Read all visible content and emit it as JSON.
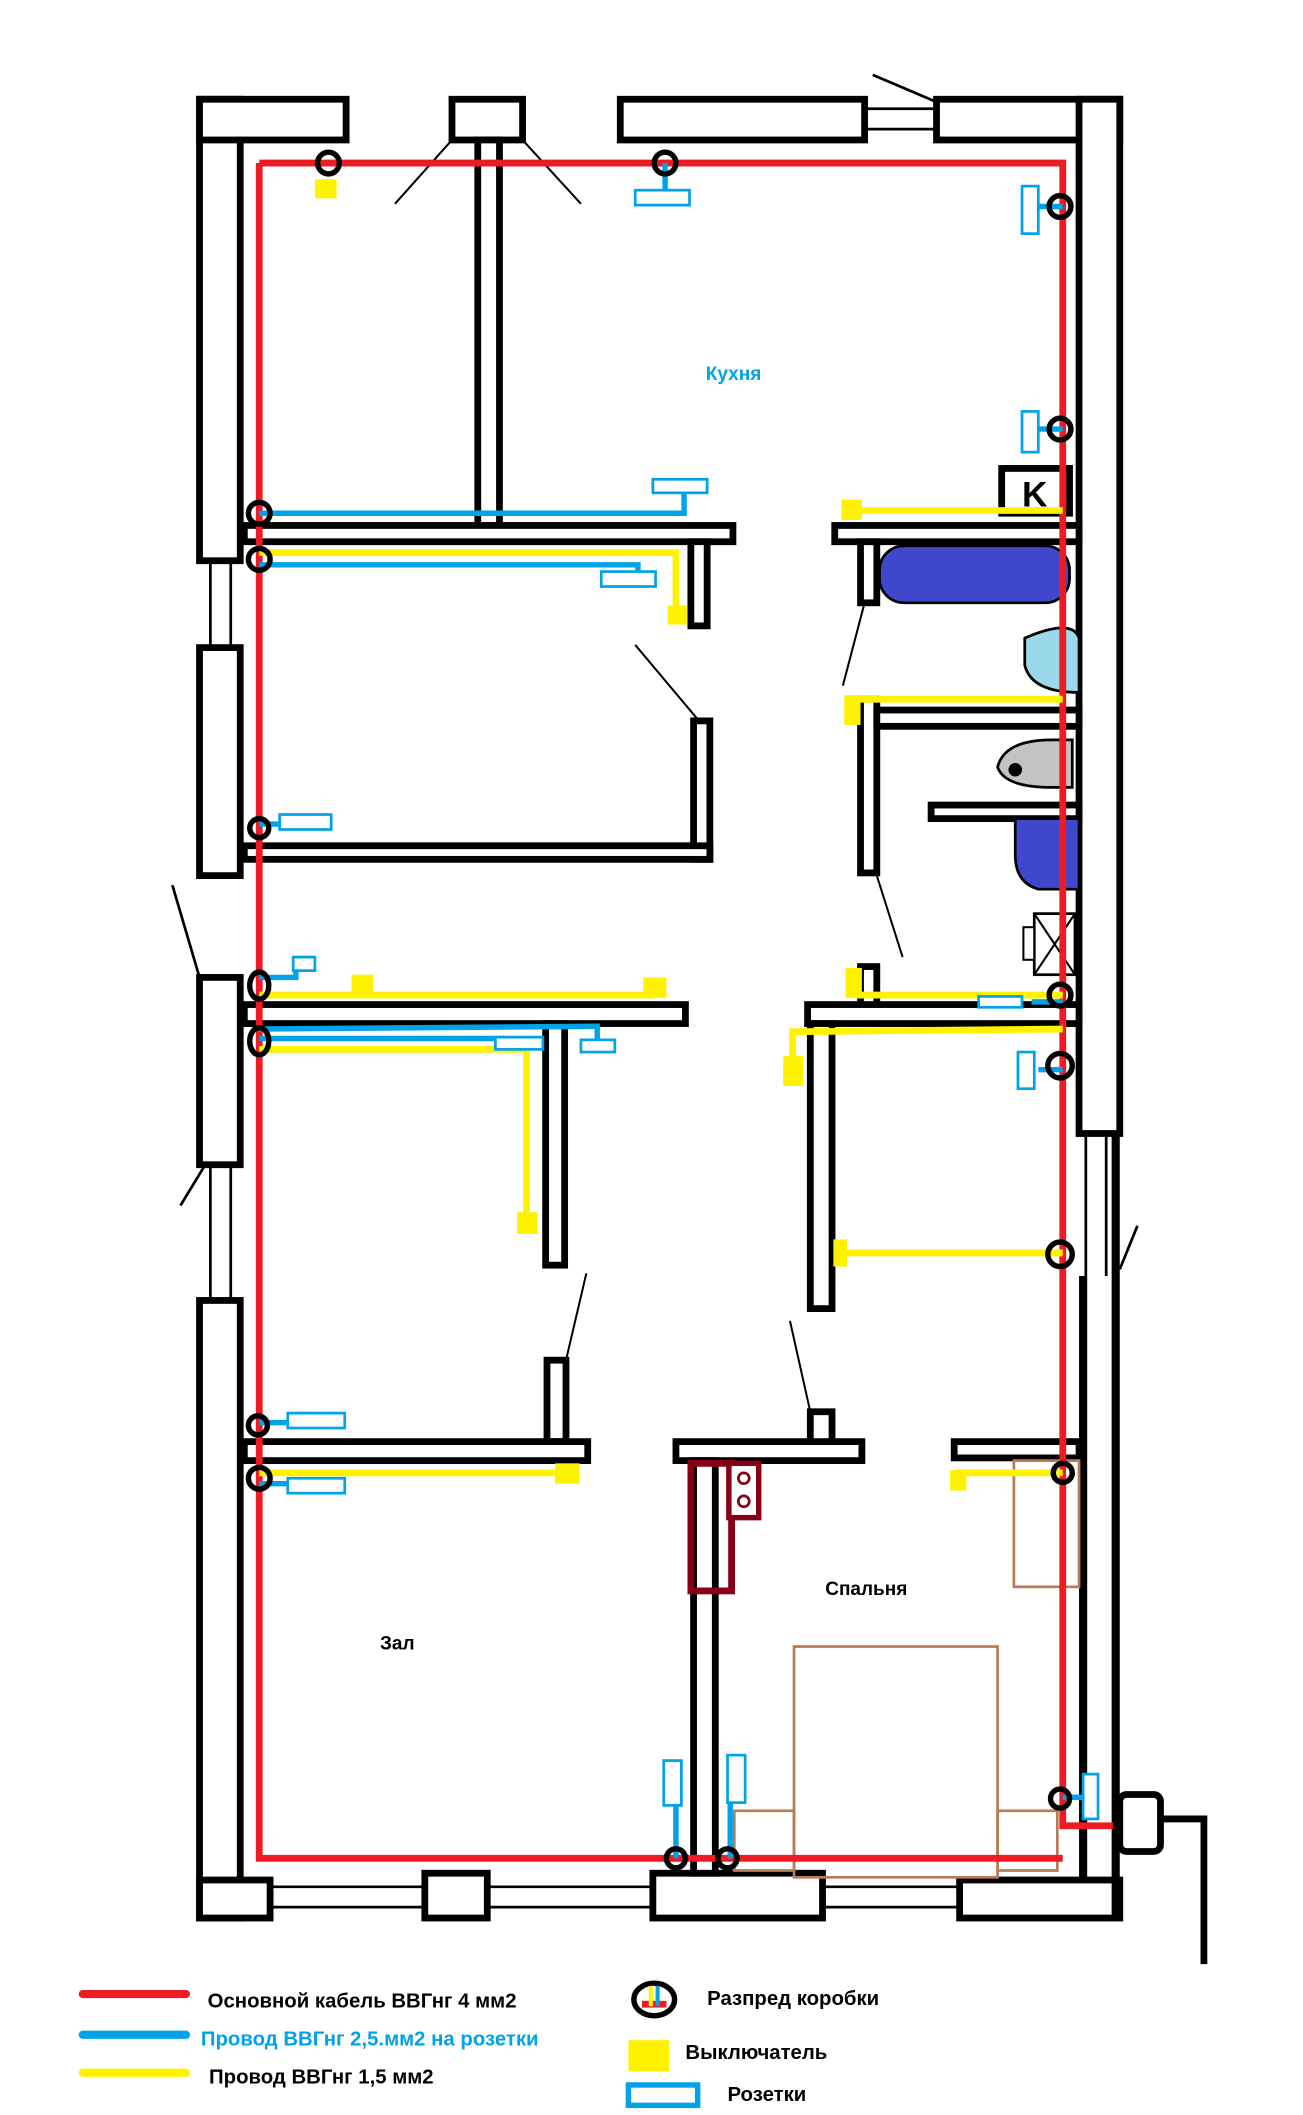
{
  "rooms": {
    "kitchen": "Кухня",
    "hall": "Зал",
    "bedroom": "Спальня"
  },
  "legend": {
    "main_cable": "Основной кабель ВВГнг 4 мм2",
    "socket_wire": "Провод ВВГнг 2,5.мм2 на розетки",
    "light_wire": "Провод ВВГнг 1,5 мм2",
    "junction_box": "Разпред коробки",
    "switch": "Выключатель",
    "sockets": "Розетки"
  },
  "colors": {
    "main_cable": "#ed1c24",
    "socket_wire": "#00a2e8",
    "light_wire": "#fff200",
    "kitchen_label": "#00a2e8"
  }
}
